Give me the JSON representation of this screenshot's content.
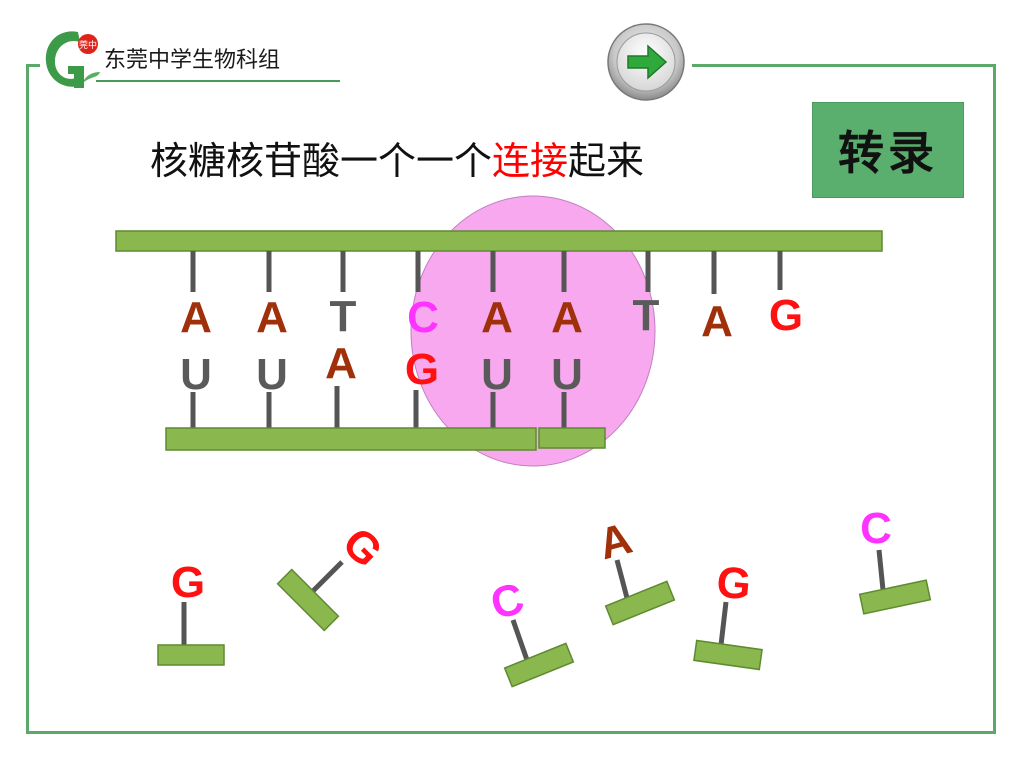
{
  "header": {
    "school_name": "东莞中学生物科组",
    "logo_mark": "莞中",
    "next_icon": "right-arrow-icon"
  },
  "title": {
    "before": "核糖核苷酸一个一个",
    "highlight": "连接",
    "after": "起来"
  },
  "badge": "转录",
  "colors": {
    "strand": "#8ab84e",
    "strand_border": "#5e8a30",
    "polymerase": "#f7a8ee",
    "adenine": "#a0300a",
    "thymine": "#5a5a5a",
    "uracil": "#5a5a5a",
    "cytosine": "#ff33ff",
    "guanine": "#ff1111",
    "frame": "#5aa86a",
    "badge": "#5aae6e"
  },
  "dna_template_bases": [
    "A",
    "A",
    "T",
    "C",
    "A",
    "A",
    "T",
    "A",
    "G"
  ],
  "rna_paired_bases": [
    "U",
    "U",
    "A",
    "G",
    "U",
    "U"
  ],
  "free_nucleotides": [
    "G",
    "G",
    "C",
    "A",
    "G",
    "C"
  ]
}
